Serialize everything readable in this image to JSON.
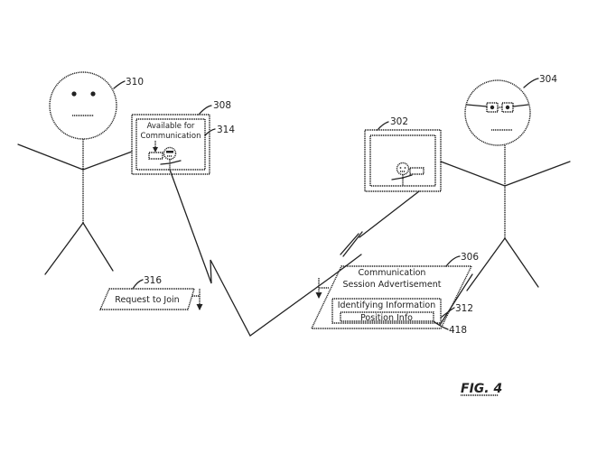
{
  "figure": {
    "title": "FIG. 4"
  },
  "reference_numerals": {
    "user_left": "310",
    "user_right": "304",
    "device_left": "308",
    "device_left_screen": "314",
    "device_right": "302",
    "advertisement": "306",
    "identifying_info": "312",
    "position_info": "418",
    "request": "316"
  },
  "device_left": {
    "screen_text_line1": "Available for",
    "screen_text_line2": "Communication"
  },
  "advertisement": {
    "title_line1": "Communication",
    "title_line2": "Session Advertisement",
    "identifying_label": "Identifying Information",
    "position_label": "Position Info"
  },
  "request": {
    "label": "Request to Join"
  }
}
